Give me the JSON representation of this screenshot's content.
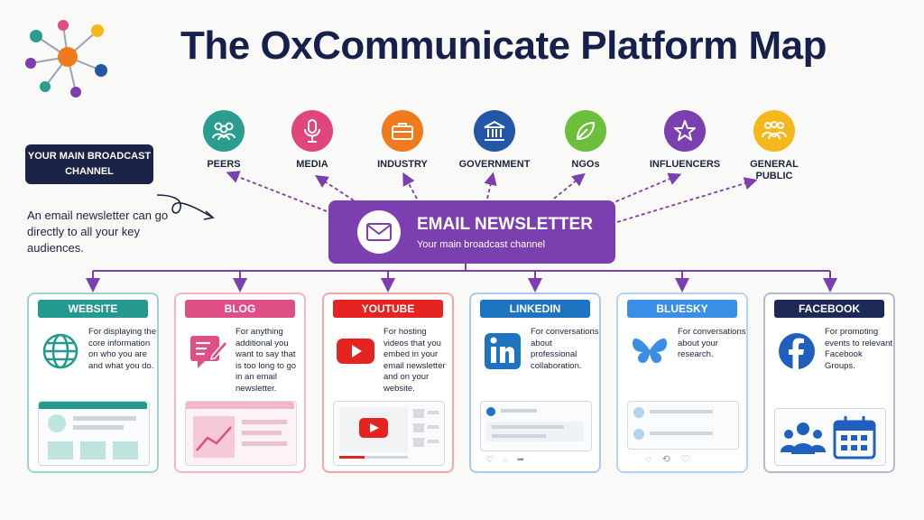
{
  "title": "The OxCommunicate Platform Map",
  "tag_label": "YOUR MAIN BROADCAST CHANNEL",
  "note": "An email newsletter can go directly to all your key audiences.",
  "audiences": [
    {
      "label": "PEERS",
      "color": "#2a9d8f",
      "icon": "people-icon"
    },
    {
      "label": "MEDIA",
      "color": "#e0457b",
      "icon": "microphone-icon"
    },
    {
      "label": "INDUSTRY",
      "color": "#f07b1f",
      "icon": "briefcase-icon"
    },
    {
      "label": "GOVERNMENT",
      "color": "#2456a6",
      "icon": "government-building-icon"
    },
    {
      "label": "NGOs",
      "color": "#6cbf3a",
      "icon": "leaf-icon"
    },
    {
      "label": "INFLUENCERS",
      "color": "#7b3fb0",
      "icon": "star-icon"
    },
    {
      "label": "GENERAL PUBLIC",
      "color": "#f4b81c",
      "icon": "crowd-icon"
    }
  ],
  "hub": {
    "title": "EMAIL NEWSLETTER",
    "subtitle": "Your main broadcast channel",
    "color": "#7b3fb0"
  },
  "platforms": [
    {
      "name": "WEBSITE",
      "color": "#23998f",
      "desc": "For displaying the core information on who you are and what you do.",
      "icon": "globe-icon"
    },
    {
      "name": "BLOG",
      "color": "#de4f86",
      "desc": "For anything additional you want to say that is too long to go in an email newsletter.",
      "icon": "blog-post-icon"
    },
    {
      "name": "YOUTUBE",
      "color": "#e52421",
      "desc": "For hosting videos that you embed in your email newsletter and on your website.",
      "icon": "youtube-play-icon"
    },
    {
      "name": "LINKEDIN",
      "color": "#1f74c2",
      "desc": "For conversations about professional collaboration.",
      "icon": "linkedin-icon"
    },
    {
      "name": "BLUESKY",
      "color": "#3a8ee6",
      "desc": "For conversations about your research.",
      "icon": "butterfly-icon"
    },
    {
      "name": "FACEBOOK",
      "color": "#1d2a55",
      "desc": "For promoting events to relevant Facebook Groups.",
      "icon": "facebook-icon"
    }
  ]
}
